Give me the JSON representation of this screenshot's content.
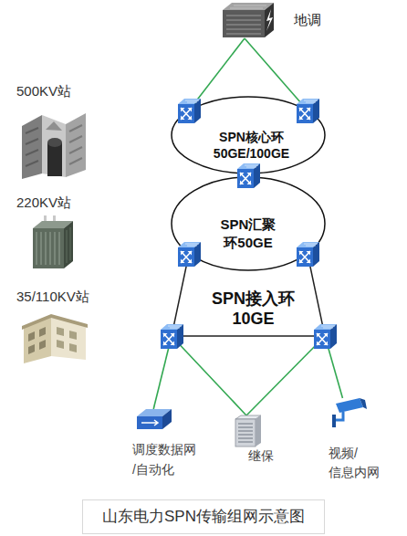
{
  "diagram": {
    "caption": "山东电力SPN传输组网示意图",
    "nodes": [
      {
        "text": [
          "地调"
        ]
      },
      {
        "text": [
          "500KV站"
        ]
      },
      {
        "text": [
          "220KV站"
        ]
      },
      {
        "text": [
          "35/110KV站"
        ]
      },
      {
        "text": [
          "SPN核心环 50GE/100GE"
        ]
      },
      {
        "text": [
          "SPN汇聚 环50GE"
        ]
      },
      {
        "text": [
          "SPN接入环 10GE"
        ]
      },
      {
        "text": [
          "调度数据网 /自动化"
        ]
      },
      {
        "text": [
          "继保"
        ]
      },
      {
        "text": [
          "视频/ 信息内网"
        ]
      }
    ],
    "edges": [
      {
        "from": 0,
        "to": 4,
        "arrow": "none"
      },
      {
        "from": 0,
        "to": 4,
        "arrow": "none"
      },
      {
        "from": 6,
        "to": 7,
        "arrow": "none"
      },
      {
        "from": 6,
        "to": 8,
        "arrow": "none"
      },
      {
        "from": 6,
        "to": 8,
        "arrow": "none"
      },
      {
        "from": 6,
        "to": 9,
        "arrow": "none"
      }
    ]
  }
}
